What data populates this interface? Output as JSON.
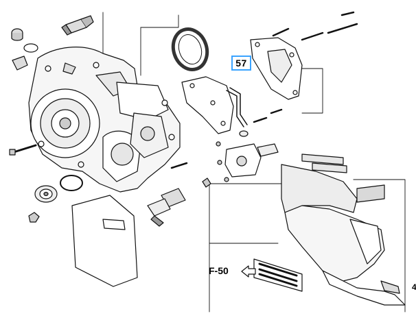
{
  "diagram": {
    "callout": {
      "label": "57",
      "border_color": "#3aa3ff"
    },
    "reference": {
      "label": "F-50"
    },
    "edge_label": "4"
  },
  "colors": {
    "line": "#111111",
    "fill": "#ffffff",
    "shade": "#d9d9d9",
    "accent": "#3aa3ff"
  }
}
